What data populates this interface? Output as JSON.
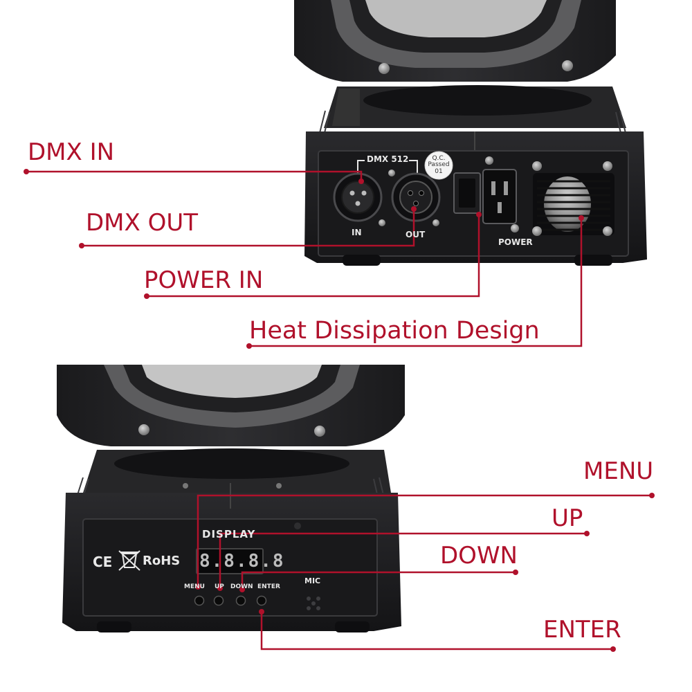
{
  "top_unit": {
    "callouts": {
      "dmx_in": "DMX IN",
      "dmx_out": "DMX OUT",
      "power_in": "POWER IN",
      "heat": "Heat Dissipation Design"
    },
    "panel": {
      "dmx_label": "DMX 512",
      "in_label": "IN",
      "out_label": "OUT",
      "power_label": "POWER",
      "qc_line1": "Q.C.",
      "qc_line2": "Passed",
      "qc_line3": "01"
    }
  },
  "bottom_unit": {
    "callouts": {
      "menu": "MENU",
      "up": "UP",
      "down": "DOWN",
      "enter": "ENTER"
    },
    "panel": {
      "display_label": "DISPLAY",
      "display_digits": "8.8.8.8",
      "ce_mark": "CE",
      "rohs": "RoHS",
      "menu_label": "MENU",
      "up_label": "UP",
      "down_label": "DOWN",
      "enter_label": "ENTER",
      "mic_label": "MIC"
    }
  },
  "colors": {
    "callout": "#b0112b",
    "device_body": "#1c1c1e",
    "panel_text": "#e8e8e8"
  }
}
